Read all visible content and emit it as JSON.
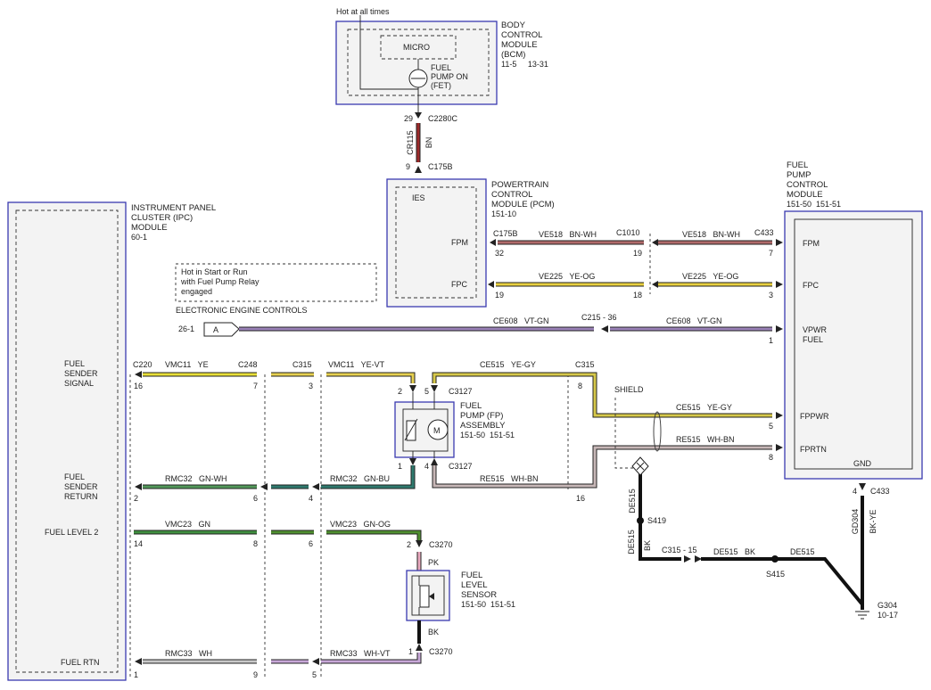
{
  "colors": {
    "module_border": "#3a3ab0",
    "BN": "#9c2a2a",
    "BN-WH": "#b06a6a",
    "YE-OG": "#e8d040",
    "VT-GN": "#9a82b8",
    "YE": "#e8df38",
    "YE-VT": "#e6d050",
    "YE-GY": "#d6c84a",
    "WH-BN": "#c7b7b7",
    "GN-WH": "#52985a",
    "GN-BU": "#2f7a6e",
    "GN": "#3f8f3f",
    "GN-OG": "#4f8f30",
    "WH": "#c9c9c9",
    "WH-VT": "#c8a8d8",
    "PK": "#e9a9bf",
    "BK": "#111111"
  },
  "modules": {
    "bcm": {
      "title": [
        "BODY",
        "CONTROL",
        "MODULE",
        "(BCM)"
      ],
      "refs": "11-5     13-31",
      "hot": "Hot at all times",
      "micro": "MICRO",
      "fet": [
        "FUEL",
        "PUMP ON",
        "(FET)"
      ]
    },
    "pcm": {
      "title": [
        "POWERTRAIN",
        "CONTROL",
        "MODULE (PCM)"
      ],
      "refs": "151-10",
      "ies": "IES",
      "fpm": "FPM",
      "fpc": "FPC"
    },
    "ipc": {
      "title": [
        "INSTRUMENT PANEL",
        "CLUSTER (IPC)",
        "MODULE"
      ],
      "refs": "60-1",
      "fuel_sender_signal": [
        "FUEL",
        "SENDER",
        "SIGNAL"
      ],
      "fuel_sender_return": [
        "FUEL",
        "SENDER",
        "RETURN"
      ],
      "fuel_level_2": "FUEL LEVEL 2",
      "fuel_rtn": "FUEL RTN"
    },
    "fpcm": {
      "title": [
        "FUEL",
        "PUMP",
        "CONTROL",
        "MODULE"
      ],
      "refs": "151-50  151-51",
      "fpm": "FPM",
      "fpc": "FPC",
      "vpwr": [
        "VPWR",
        "FUEL"
      ],
      "fppwr": "FPPWR",
      "fprtn": "FPRTN",
      "gnd": "GND"
    },
    "pump": {
      "title": [
        "FUEL",
        "PUMP (FP)",
        "ASSEMBLY"
      ],
      "refs": "151-50  151-51",
      "motor": "M"
    },
    "sensor": {
      "title": [
        "FUEL",
        "LEVEL",
        "SENSOR"
      ],
      "refs": "151-50  151-51"
    }
  },
  "notes": {
    "hot_start_run": [
      "Hot in Start or Run",
      "with Fuel Pump Relay",
      "engaged"
    ],
    "eec": "ELECTRONIC ENGINE CONTROLS",
    "eec_ref": "26-1",
    "eec_tag": "A",
    "shield": "SHIELD"
  },
  "connectors": {
    "C2280C": "C2280C",
    "C175B": "C175B",
    "C1010": "C1010",
    "C433": "C433",
    "C215_36": "C215 - 36",
    "C220": "C220",
    "C248": "C248",
    "C315": "C315",
    "C3127": "C3127",
    "C3270": "C3270",
    "C315_15": "C315 - 15",
    "S419": "S419",
    "S415": "S415",
    "G304": "G304",
    "G304_ref": "10-17"
  },
  "pins": {
    "bcm_29": "29",
    "pcm_9": "9",
    "pcm_32": "32",
    "c1010_19": "19",
    "fpcm_7": "7",
    "pcm_19": "19",
    "c1010_18": "18",
    "fpcm_3": "3",
    "fpcm_1": "1",
    "ipc_16": "16",
    "c248_7": "7",
    "c315_3": "3",
    "pump_2": "2",
    "pump_5": "5",
    "c315_8": "8",
    "fpcm_5": "5",
    "fpcm_8": "8",
    "pump_1": "1",
    "pump_4": "4",
    "c315_16": "16",
    "ipc_2": "2",
    "c248_6": "6",
    "c315_4": "4",
    "ipc_14": "14",
    "c248_8": "8",
    "c315_6": "6",
    "sens_2": "2",
    "ipc_1": "1",
    "c248_9": "9",
    "c315_5": "5",
    "sens_1": "1",
    "fpcm_4": "4"
  },
  "circuits": {
    "cr115": "CR115",
    "bn": "BN",
    "ve518_a": "VE518   BN-WH",
    "ve518_b": "VE518   BN-WH",
    "ve225_a": "VE225   YE-OG",
    "ve225_b": "VE225   YE-OG",
    "ce608_a": "CE608   VT-GN",
    "ce608_b": "CE608   VT-GN",
    "vmc11_a": "VMC11   YE",
    "vmc11_b": "VMC11   YE-VT",
    "ce515_a": "CE515   YE-GY",
    "ce515_b": "CE515   YE-GY",
    "re515_a": "RE515   WH-BN",
    "re515_b": "RE515   WH-BN",
    "rmc32_a": "RMC32   GN-WH",
    "rmc32_b": "RMC32   GN-BU",
    "vmc23_a": "VMC23   GN",
    "vmc23_b": "VMC23   GN-OG",
    "rmc33_a": "RMC33   WH",
    "rmc33_b": "RMC33   WH-VT",
    "pk": "PK",
    "bk": "BK",
    "de515_v": "DE515",
    "bk_v": "BK",
    "de515_h": "DE515   BK",
    "de515_r": "DE515",
    "gd304": "GD304",
    "bk_ye": "BK-YE"
  }
}
